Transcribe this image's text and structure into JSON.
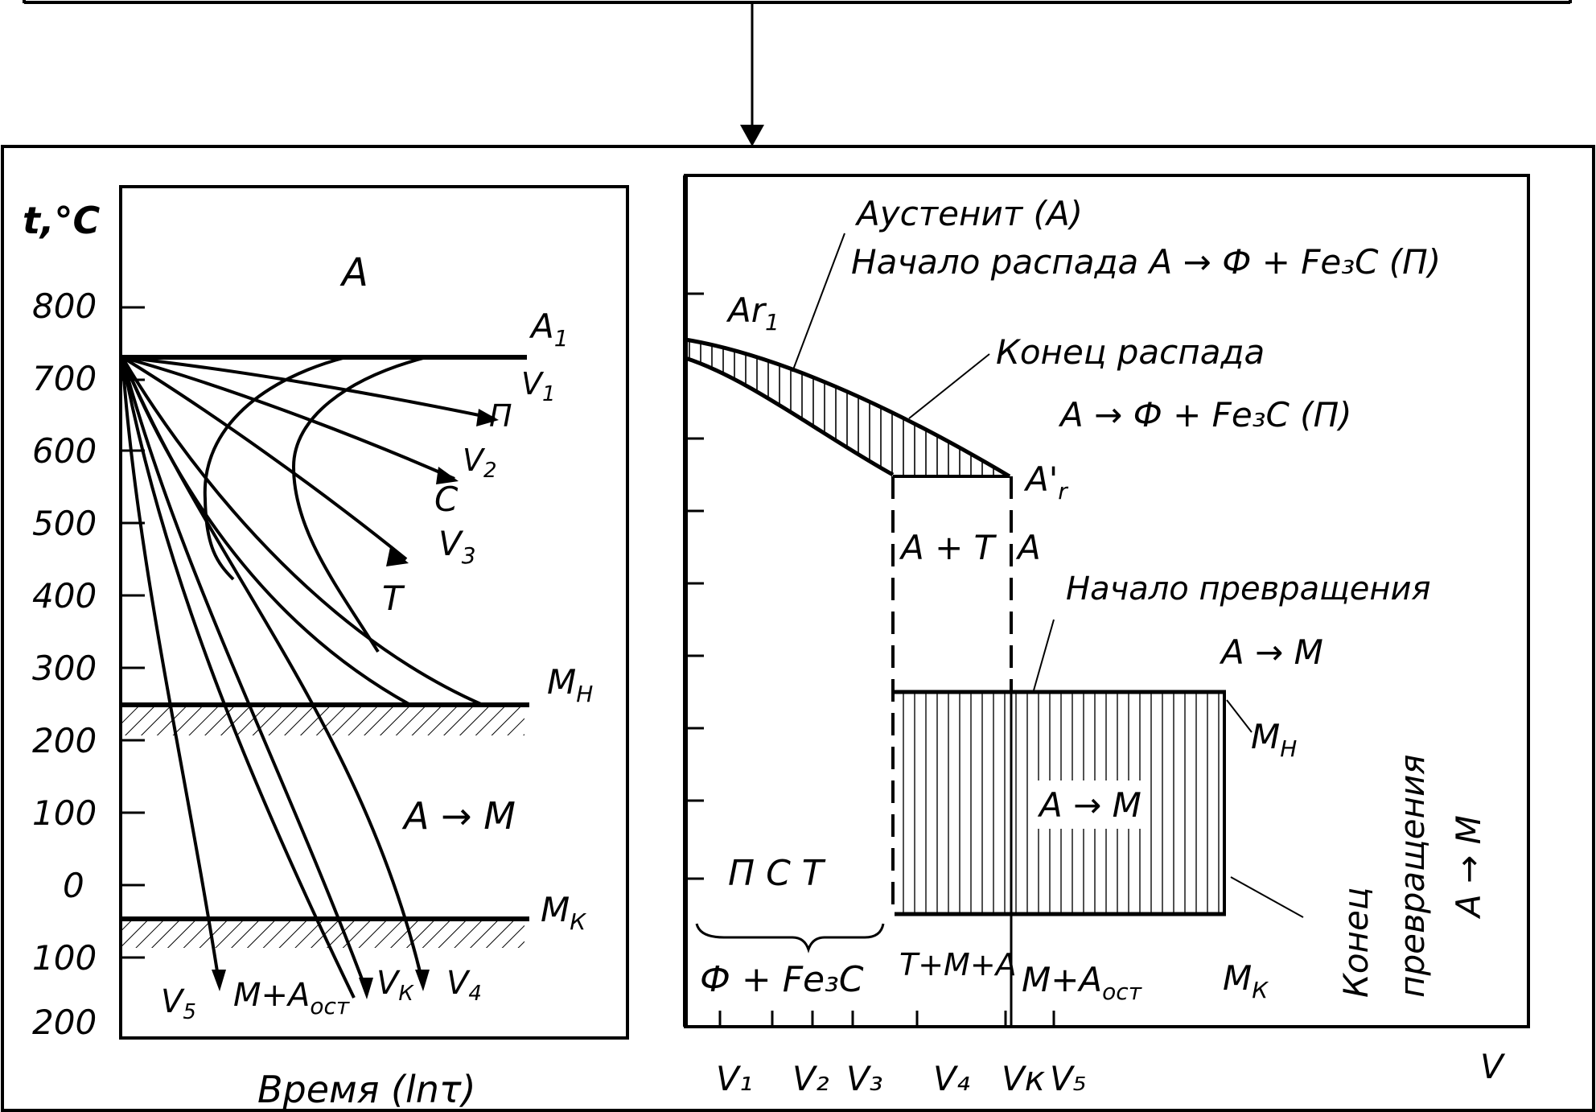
{
  "left_diagram": {
    "y_axis_label": "t,°C",
    "y_ticks": [
      "800",
      "700",
      "600",
      "500",
      "400",
      "300",
      "200",
      "100",
      "0",
      "100",
      "200"
    ],
    "x_axis_label": "Время (lnτ)",
    "region_A": "A",
    "line_A1": "A",
    "line_A1_sub": "1",
    "label_P": "П",
    "label_S": "С",
    "label_T": "Т",
    "label_Mn": "M",
    "label_Mn_sub": "Н",
    "label_Mk": "M",
    "label_Mk_sub": "К",
    "transform_label": "A → M",
    "bottom_mix": "M+A",
    "bottom_mix_sub": "ост",
    "v1": "V",
    "v1_sub": "1",
    "v2": "V",
    "v2_sub": "2",
    "v3": "V",
    "v3_sub": "3",
    "v4": "V",
    "v4_sub": "4",
    "v5": "V",
    "v5_sub": "5",
    "vk": "V",
    "vk_sub": "К"
  },
  "right_diagram": {
    "austenite_label": "Аустенит (А)",
    "start_decomp": "Начало распада  A → Ф + Fe₃C (П)",
    "ar1": "Ar",
    "ar1_sub": "1",
    "end_decomp_line1": "Конец распада",
    "end_decomp_line2": "A → Ф + Fe₃C (П)",
    "ar1_prime": "A'",
    "ar1_prime_sub": "r",
    "a_plus_t": "A + T",
    "a_label": "A",
    "start_trans": "Начало превращения",
    "a_to_m_top": "A → M",
    "mn": "M",
    "mn_sub": "Н",
    "a_to_m_mid": "A → M",
    "pst": "П С Т",
    "ferrite_cementite": "Ф + Fe₃C",
    "t_m_a": "T+M+A",
    "m_a_ost": "M+A",
    "m_a_ost_sub": "ост",
    "mk": "M",
    "mk_sub": "К",
    "end_trans_1": "Конец",
    "end_trans_2": "превращения",
    "end_trans_3": "A → M",
    "x_labels": [
      "V₁",
      "V₂",
      "V₃",
      "V₄",
      "Vк",
      "V₅"
    ],
    "x_axis_label": "V"
  }
}
